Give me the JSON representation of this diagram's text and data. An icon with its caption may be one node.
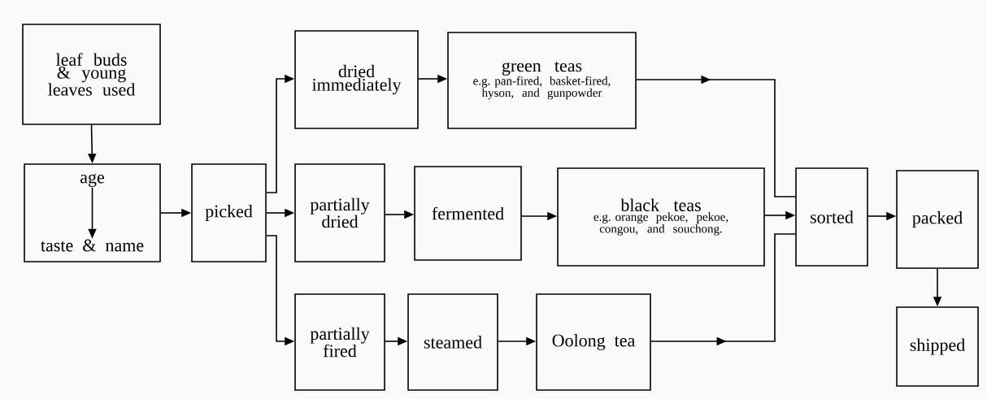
{
  "diagram": {
    "nodes": [
      {
        "text": [
          "leaf buds & young leaves used"
        ]
      },
      {
        "text": [],
        "shape": "box"
      },
      {
        "text": [
          "age"
        ],
        "in": 1
      },
      {
        "text": [
          "taste & name"
        ],
        "in": 1
      },
      {
        "text": [
          "picked"
        ]
      },
      {
        "text": [
          "dried immediately"
        ]
      },
      {
        "text": [
          "green teas",
          "e.g. pan-fired, basket-fired, hyson, and gunpowder"
        ]
      },
      {
        "text": [
          "partially dried"
        ]
      },
      {
        "text": [
          "fermented"
        ]
      },
      {
        "text": [
          "black teas",
          "e.g. orange pekoe, pekoe, congou, and souchong."
        ]
      },
      {
        "text": [
          "partially fired"
        ]
      },
      {
        "text": [
          "steamed"
        ]
      },
      {
        "text": [
          "Oolong tea"
        ]
      },
      {
        "text": [
          "sorted"
        ]
      },
      {
        "text": [
          "packed"
        ]
      },
      {
        "text": [
          "shipped"
        ]
      }
    ],
    "edges": [
      {
        "from": 0,
        "to": 1,
        "arrow": "to"
      },
      {
        "from": 2,
        "to": 3,
        "arrow": "to"
      },
      {
        "from": 1,
        "to": 4,
        "arrow": "to"
      },
      {
        "from": 4,
        "to": 5,
        "arrow": "to"
      },
      {
        "from": 4,
        "to": 7,
        "arrow": "to"
      },
      {
        "from": 4,
        "to": 10,
        "arrow": "to"
      },
      {
        "from": 5,
        "to": 6,
        "arrow": "to"
      },
      {
        "from": 7,
        "to": 8,
        "arrow": "to"
      },
      {
        "from": 8,
        "to": 9,
        "arrow": "to"
      },
      {
        "from": 10,
        "to": 11,
        "arrow": "to"
      },
      {
        "from": 11,
        "to": 12,
        "arrow": "to"
      },
      {
        "from": 6,
        "to": 13,
        "arrow": "to"
      },
      {
        "from": 9,
        "to": 13,
        "arrow": "to"
      },
      {
        "from": 12,
        "to": 13,
        "arrow": "to"
      },
      {
        "from": 13,
        "to": 14,
        "arrow": "to"
      },
      {
        "from": 14,
        "to": 15,
        "arrow": "to"
      }
    ]
  }
}
